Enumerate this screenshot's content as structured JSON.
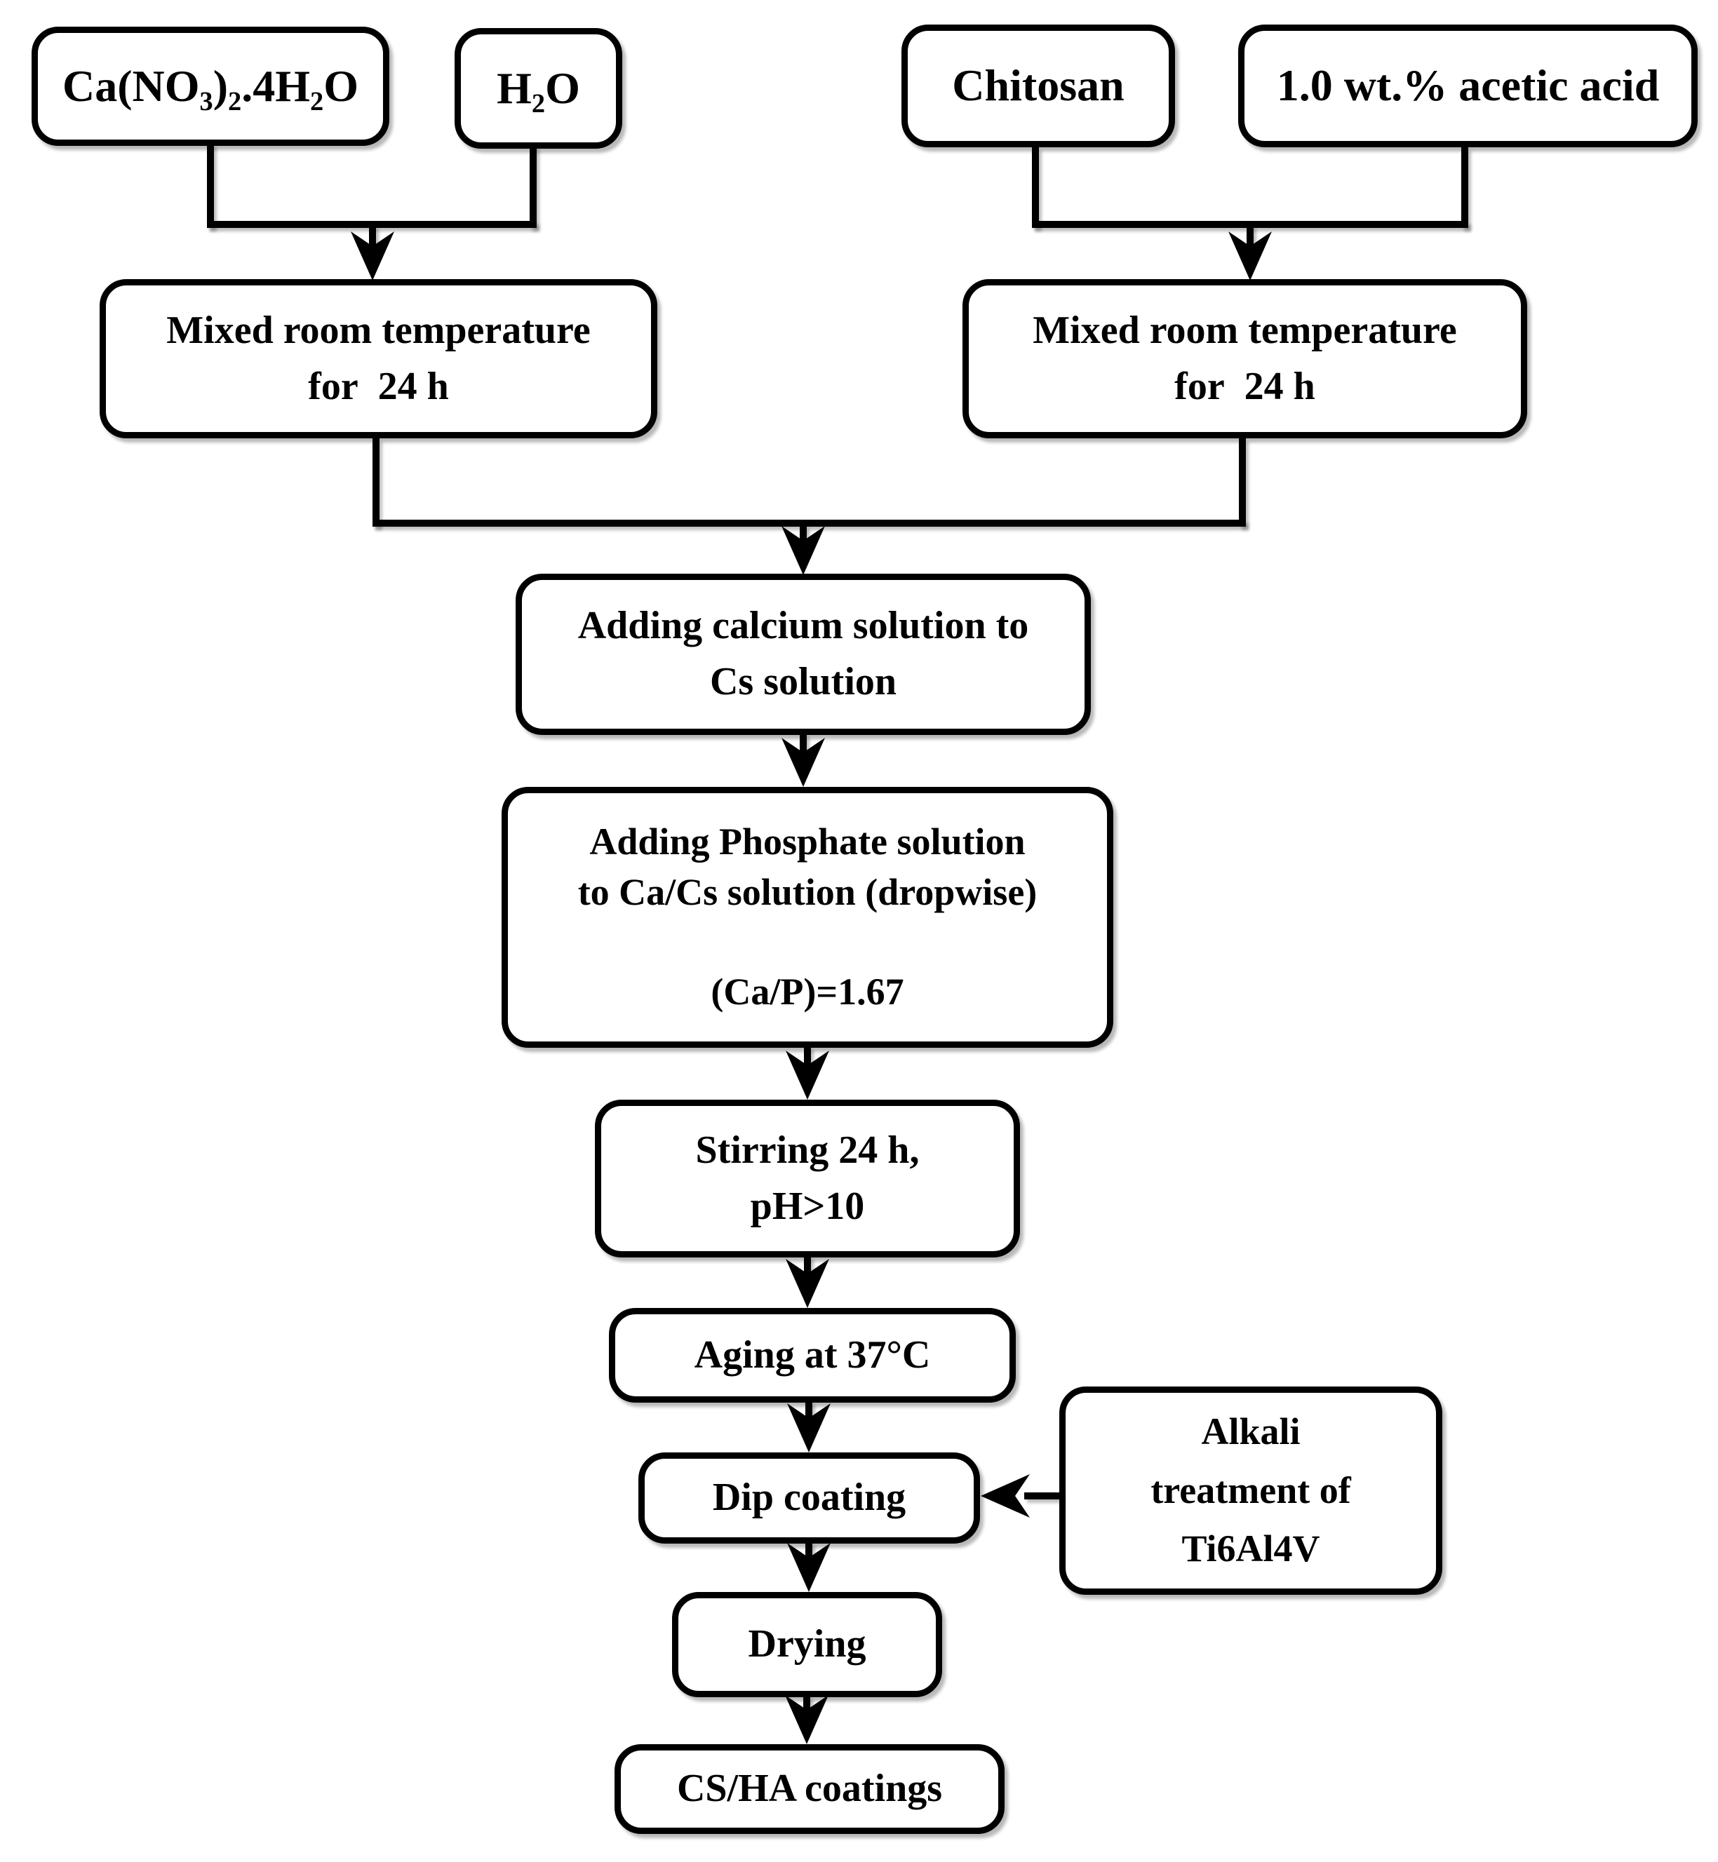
{
  "diagram_type": "flowchart",
  "colors": {
    "stroke": "#000000",
    "fill": "#ffffff",
    "text": "#000000",
    "background": "#ffffff"
  },
  "nodes": {
    "ca_nitrate": {
      "label": "Ca(NO₃)₂.4H₂O"
    },
    "water": {
      "label": "H₂O"
    },
    "chitosan": {
      "label": "Chitosan"
    },
    "acetic_acid": {
      "label": "1.0 wt.% acetic acid"
    },
    "mixed_left": {
      "label": "Mixed room temperature\nfor  24 h"
    },
    "mixed_right": {
      "label": "Mixed room temperature\nfor  24 h"
    },
    "adding_calcium": {
      "label": "Adding calcium solution to\nCs solution"
    },
    "adding_phosphate": {
      "label": "Adding Phosphate solution\nto Ca/Cs solution (dropwise)\n\n(Ca/P)=1.67"
    },
    "stirring": {
      "label": "Stirring 24 h,\npH>10"
    },
    "aging": {
      "label": "Aging at 37°C"
    },
    "dip_coating": {
      "label": "Dip coating"
    },
    "alkali_treatment": {
      "label": "Alkali\ntreatment of\nTi6Al4V"
    },
    "drying": {
      "label": "Drying"
    },
    "cs_ha_coatings": {
      "label": "CS/HA coatings"
    }
  },
  "edges": [
    {
      "from": "ca_nitrate",
      "to": "mixed_left"
    },
    {
      "from": "water",
      "to": "mixed_left"
    },
    {
      "from": "chitosan",
      "to": "mixed_right"
    },
    {
      "from": "acetic_acid",
      "to": "mixed_right"
    },
    {
      "from": "mixed_left",
      "to": "adding_calcium"
    },
    {
      "from": "mixed_right",
      "to": "adding_calcium"
    },
    {
      "from": "adding_calcium",
      "to": "adding_phosphate"
    },
    {
      "from": "adding_phosphate",
      "to": "stirring"
    },
    {
      "from": "stirring",
      "to": "aging"
    },
    {
      "from": "aging",
      "to": "dip_coating"
    },
    {
      "from": "alkali_treatment",
      "to": "dip_coating"
    },
    {
      "from": "dip_coating",
      "to": "drying"
    },
    {
      "from": "drying",
      "to": "cs_ha_coatings"
    }
  ]
}
